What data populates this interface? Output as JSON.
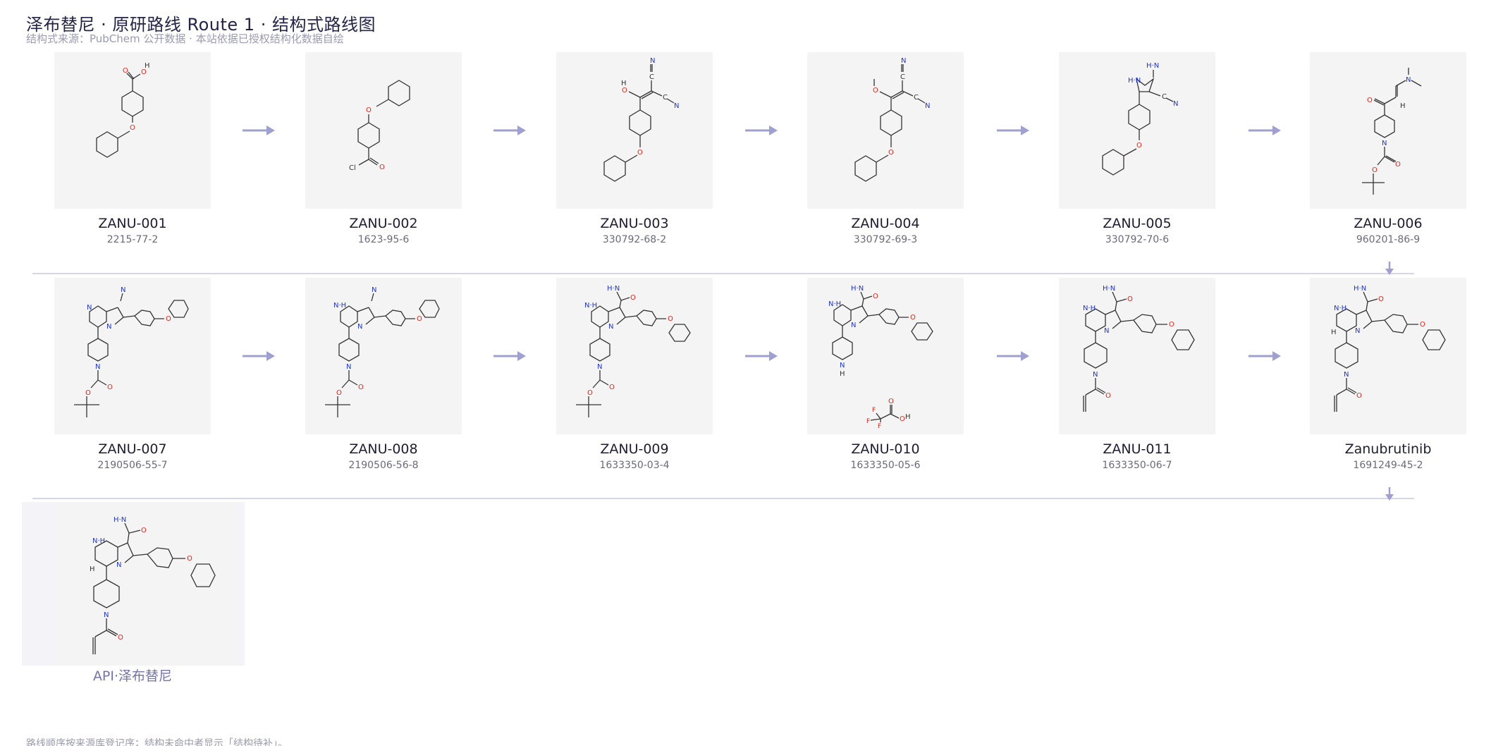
{
  "page": {
    "title": "泽布替尼 · 原研路线 Route 1 · 结构式路线图",
    "subtitle": "结构式来源：PubChem 公开数据 · 本站依据已授权结构化数据自绘",
    "footnote": "路线顺序按来源库登记序；结构未命中者显示「结构待补」。"
  },
  "colors": {
    "arrow": "#9f9fd0",
    "divider": "#d6d6e4",
    "card_bg": "#f4f4f4",
    "api_label": "#7474a8"
  },
  "row1": [
    {
      "code": "ZANU-001",
      "cas": "2215-77-2"
    },
    {
      "code": "ZANU-002",
      "cas": "1623-95-6"
    },
    {
      "code": "ZANU-003",
      "cas": "330792-68-2"
    },
    {
      "code": "ZANU-004",
      "cas": "330792-69-3"
    },
    {
      "code": "ZANU-005",
      "cas": "330792-70-6"
    },
    {
      "code": "ZANU-006",
      "cas": "960201-86-9"
    }
  ],
  "row2": [
    {
      "code": "ZANU-007",
      "cas": "2190506-55-7"
    },
    {
      "code": "ZANU-008",
      "cas": "2190506-56-8"
    },
    {
      "code": "ZANU-009",
      "cas": "1633350-03-4"
    },
    {
      "code": "ZANU-010",
      "cas": "1633350-05-6"
    },
    {
      "code": "ZANU-011",
      "cas": "1633350-06-7"
    },
    {
      "code": "Zanubrutinib",
      "cas": "1691249-45-2"
    }
  ],
  "api": {
    "label": "API·泽布替尼"
  },
  "atoms": {
    "o": "O",
    "n": "N",
    "h": "H",
    "c": "C",
    "cl": "Cl",
    "f": "F",
    "nh": "N·H",
    "hn": "H·N"
  }
}
